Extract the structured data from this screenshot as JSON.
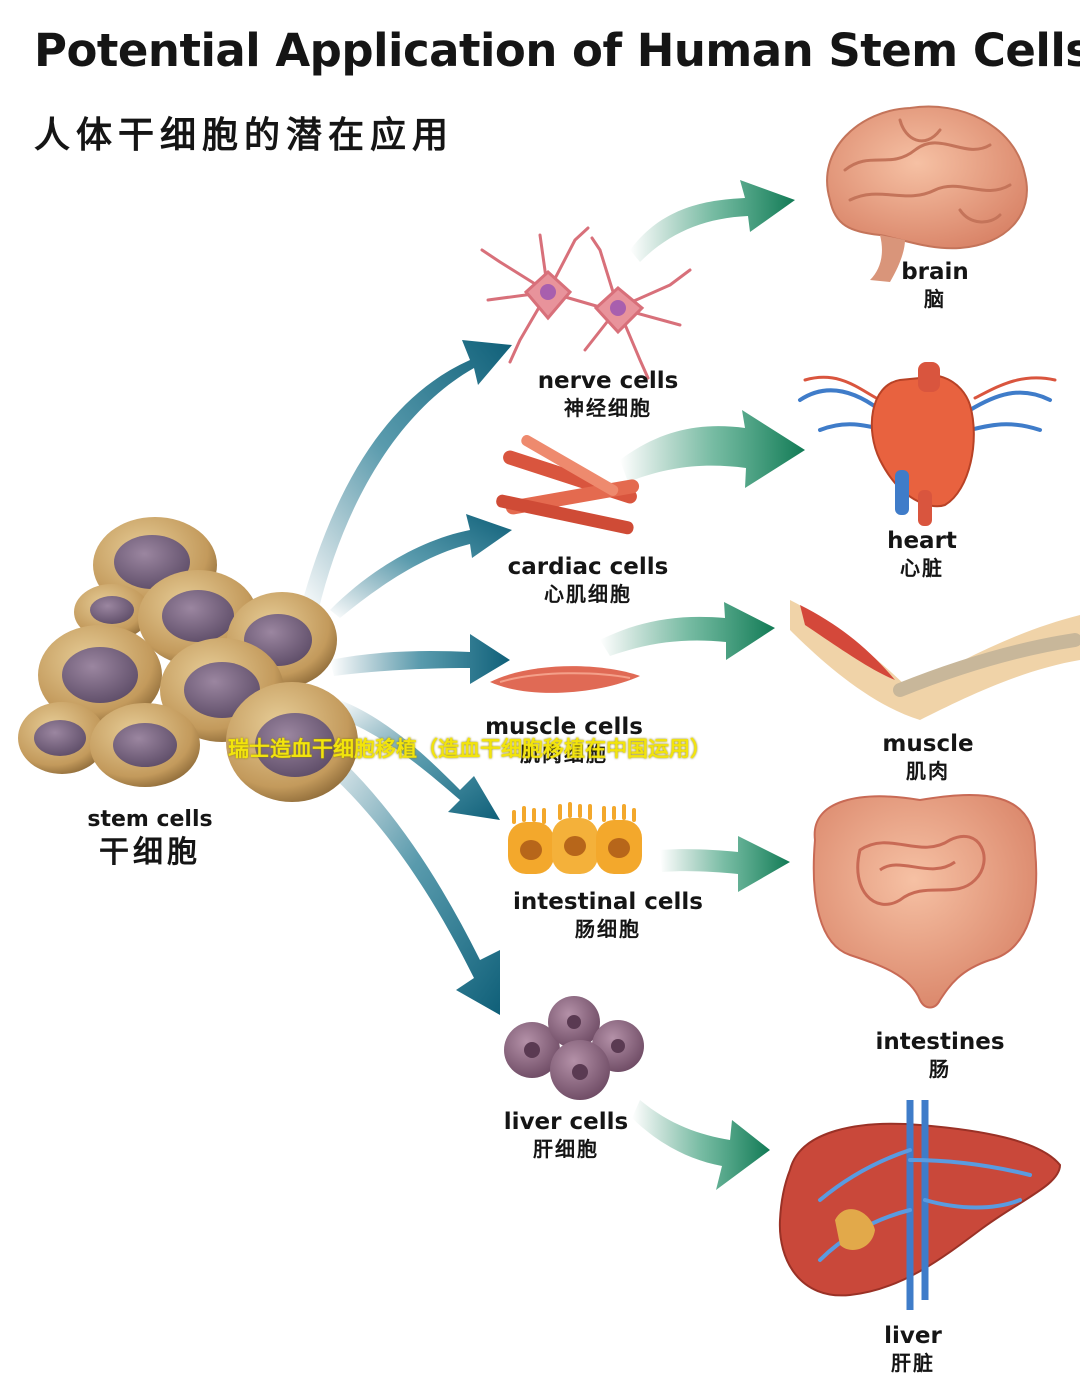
{
  "title": {
    "en": "Potential Application of Human Stem Cells",
    "zh": "人体干细胞的潜在应用"
  },
  "source": {
    "en": "stem cells",
    "zh": "干细胞"
  },
  "cells": [
    {
      "en": "nerve cells",
      "zh": "神经细胞"
    },
    {
      "en": "cardiac cells",
      "zh": "心肌细胞"
    },
    {
      "en": "muscle cells",
      "zh": "肌肉细胞"
    },
    {
      "en": "intestinal cells",
      "zh": "肠细胞"
    },
    {
      "en": "liver cells",
      "zh": "肝细胞"
    }
  ],
  "organs": [
    {
      "en": "brain",
      "zh": "脑"
    },
    {
      "en": "heart",
      "zh": "心脏"
    },
    {
      "en": "muscle",
      "zh": "肌肉"
    },
    {
      "en": "intestines",
      "zh": "肠"
    },
    {
      "en": "liver",
      "zh": "肝脏"
    }
  ],
  "watermark": "瑞士造血干细胞移植（造血干细胞移植在中国运用）",
  "colors": {
    "arrow_blue": "#0f5f78",
    "arrow_green": "#127a55",
    "stem_cell": "#c8a46a",
    "nucleus": "#7d6a86",
    "watermark": "#f2e40c"
  }
}
